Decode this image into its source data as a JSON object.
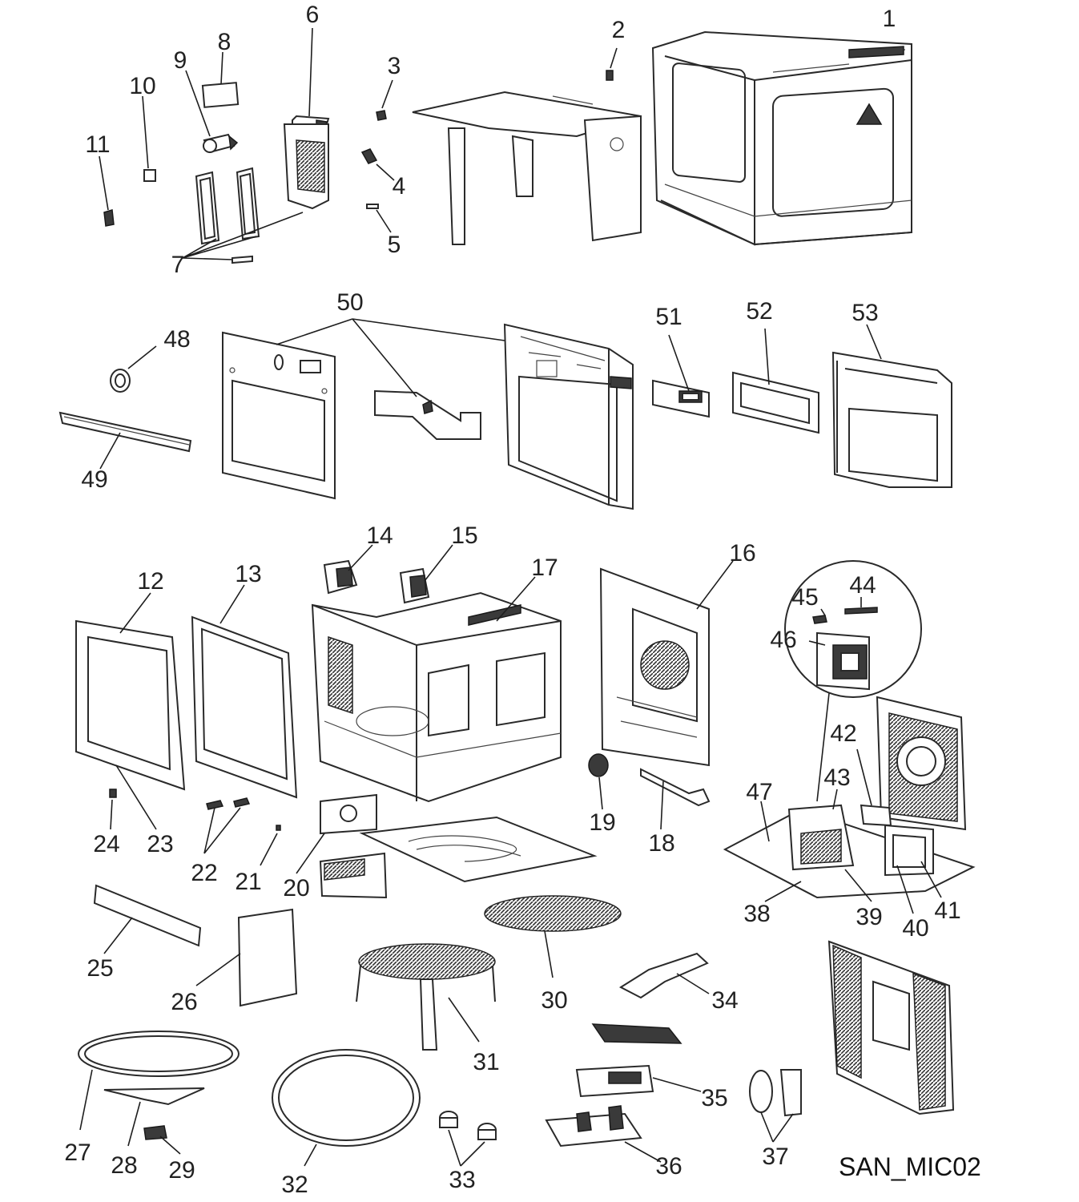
{
  "diagram": {
    "code_label": "SAN_MIC02",
    "callouts": [
      {
        "id": "p1",
        "text": "1"
      },
      {
        "id": "p2",
        "text": "2"
      },
      {
        "id": "p3",
        "text": "3"
      },
      {
        "id": "p4",
        "text": "4"
      },
      {
        "id": "p5",
        "text": "5"
      },
      {
        "id": "p6",
        "text": "6"
      },
      {
        "id": "p7",
        "text": "7"
      },
      {
        "id": "p8",
        "text": "8"
      },
      {
        "id": "p9",
        "text": "9"
      },
      {
        "id": "p10",
        "text": "10"
      },
      {
        "id": "p11",
        "text": "11"
      },
      {
        "id": "p12",
        "text": "12"
      },
      {
        "id": "p13",
        "text": "13"
      },
      {
        "id": "p14",
        "text": "14"
      },
      {
        "id": "p15",
        "text": "15"
      },
      {
        "id": "p16",
        "text": "16"
      },
      {
        "id": "p17",
        "text": "17"
      },
      {
        "id": "p18",
        "text": "18"
      },
      {
        "id": "p19",
        "text": "19"
      },
      {
        "id": "p20",
        "text": "20"
      },
      {
        "id": "p21",
        "text": "21"
      },
      {
        "id": "p22",
        "text": "22"
      },
      {
        "id": "p23",
        "text": "23"
      },
      {
        "id": "p24",
        "text": "24"
      },
      {
        "id": "p25",
        "text": "25"
      },
      {
        "id": "p26",
        "text": "26"
      },
      {
        "id": "p27",
        "text": "27"
      },
      {
        "id": "p28",
        "text": "28"
      },
      {
        "id": "p29",
        "text": "29"
      },
      {
        "id": "p30",
        "text": "30"
      },
      {
        "id": "p31",
        "text": "31"
      },
      {
        "id": "p32",
        "text": "32"
      },
      {
        "id": "p33",
        "text": "33"
      },
      {
        "id": "p34",
        "text": "34"
      },
      {
        "id": "p35",
        "text": "35"
      },
      {
        "id": "p36",
        "text": "36"
      },
      {
        "id": "p37",
        "text": "37"
      },
      {
        "id": "p38",
        "text": "38"
      },
      {
        "id": "p39",
        "text": "39"
      },
      {
        "id": "p40",
        "text": "40"
      },
      {
        "id": "p41",
        "text": "41"
      },
      {
        "id": "p42",
        "text": "42"
      },
      {
        "id": "p43",
        "text": "43"
      },
      {
        "id": "p44",
        "text": "44"
      },
      {
        "id": "p45",
        "text": "45"
      },
      {
        "id": "p46",
        "text": "46"
      },
      {
        "id": "p47",
        "text": "47"
      },
      {
        "id": "p48",
        "text": "48"
      },
      {
        "id": "p49",
        "text": "49"
      },
      {
        "id": "p50",
        "text": "50"
      },
      {
        "id": "p51",
        "text": "51"
      },
      {
        "id": "p52",
        "text": "52"
      },
      {
        "id": "p53",
        "text": "53"
      }
    ]
  }
}
